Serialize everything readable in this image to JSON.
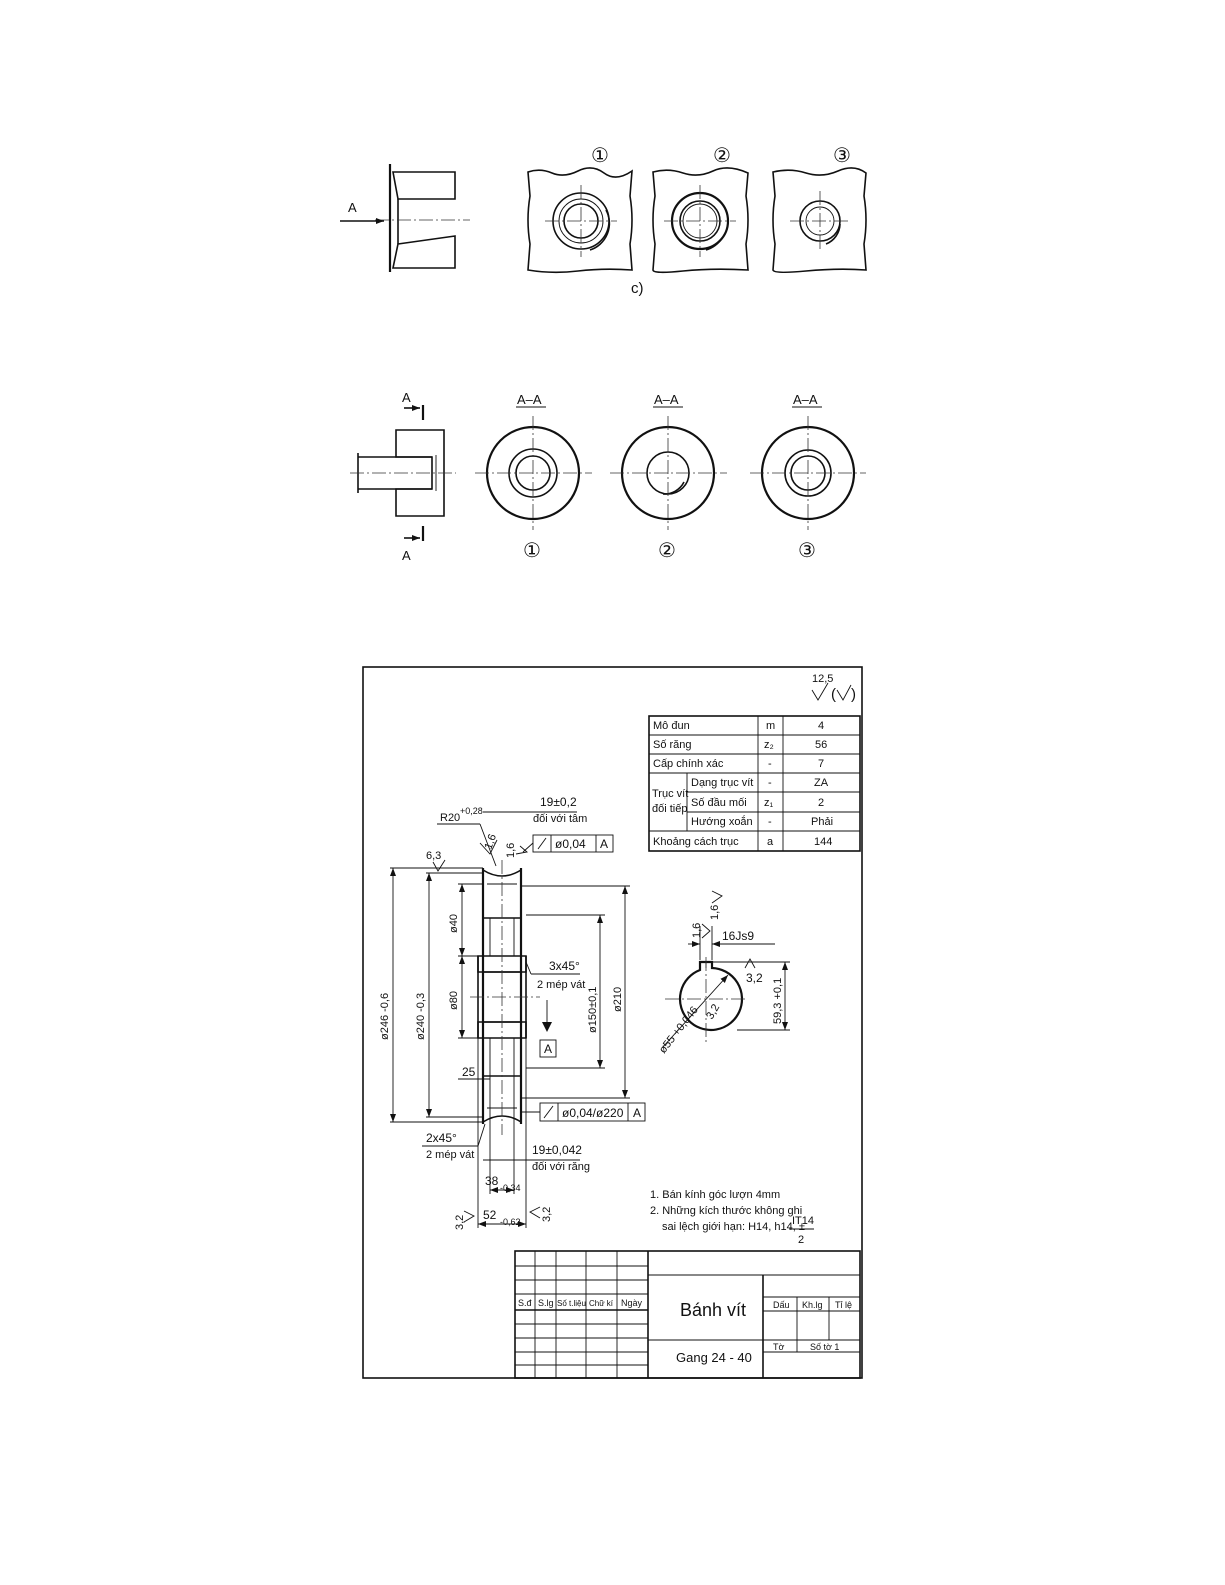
{
  "figure_c": {
    "arrow_label": "A",
    "caption": "c)",
    "variants": [
      "①",
      "②",
      "③"
    ]
  },
  "figure_d": {
    "cut_label_top": "A",
    "cut_label_bottom": "A",
    "section_label": "A–A",
    "variants": [
      "①",
      "②",
      "③"
    ]
  },
  "drawing": {
    "general_roughness": "12,5",
    "spec_table": [
      {
        "name": "Mô đun",
        "symbol": "m",
        "value": "4"
      },
      {
        "name": "Số răng",
        "symbol": "z₂",
        "value": "56"
      },
      {
        "name": "Cấp chính xác",
        "symbol": "-",
        "value": "7"
      },
      {
        "name": "Dạng trục vít",
        "symbol": "-",
        "value": "ZA"
      },
      {
        "name": "Số đầu mối",
        "symbol": "z₁",
        "value": "2"
      },
      {
        "name": "Hướng xoắn",
        "symbol": "-",
        "value": "Phải"
      },
      {
        "name": "Khoảng cách trục",
        "symbol": "a",
        "value": "144"
      }
    ],
    "group_label_line1": "Trục vít",
    "group_label_line2": "đối tiếp",
    "dims": {
      "r20": "R20",
      "r20_tol": "+0,28",
      "width_center": "19±0,2",
      "width_center_note": "đối với tâm",
      "rough_16": "1,6",
      "rough_63": "6,3",
      "rough_32": "3,2",
      "tol_top_value": "ø0,04",
      "datum": "A",
      "tol_bottom_value": "ø0,04/ø220",
      "d246": "ø246 -0,6",
      "d240": "ø240 -0,3",
      "d40": "ø40",
      "d80": "ø80",
      "d150": "ø150±0,1",
      "d210": "ø210",
      "chamfer_hub": "3x45°",
      "chamfer_hub_note": "2 mép vát",
      "dim_25": "25",
      "chamfer_rim": "2x45°",
      "chamfer_rim_note": "2 mép vát",
      "width_teeth": "19±0,042",
      "width_teeth_note": "đối với răng",
      "w38": "38",
      "w38_tol": "-0,34",
      "w52": "52",
      "w52_tol": "-0,62"
    },
    "bore": {
      "key_width": "16Js9",
      "key_depth": "59,3 +0,1",
      "bore_dia": "ø55 +0,046"
    },
    "notes": [
      "1. Bán kính góc lượn 4mm",
      "2. Những kích thước không ghi",
      "sai lệch giới hạn: H14, h14, ±"
    ],
    "note_fraction_top": "IT14",
    "note_fraction_bottom": "2",
    "title_block": {
      "headers": [
        "S.đ",
        "S.lg",
        "Số t.liệu",
        "Chữ kí",
        "Ngày"
      ],
      "part_name": "Bánh vít",
      "material": "Gang 24 - 40",
      "right_headers": [
        "Dấu",
        "Kh.lg",
        "Tỉ lệ"
      ],
      "sheet_labels": [
        "Tờ",
        "Số tờ 1"
      ]
    }
  }
}
